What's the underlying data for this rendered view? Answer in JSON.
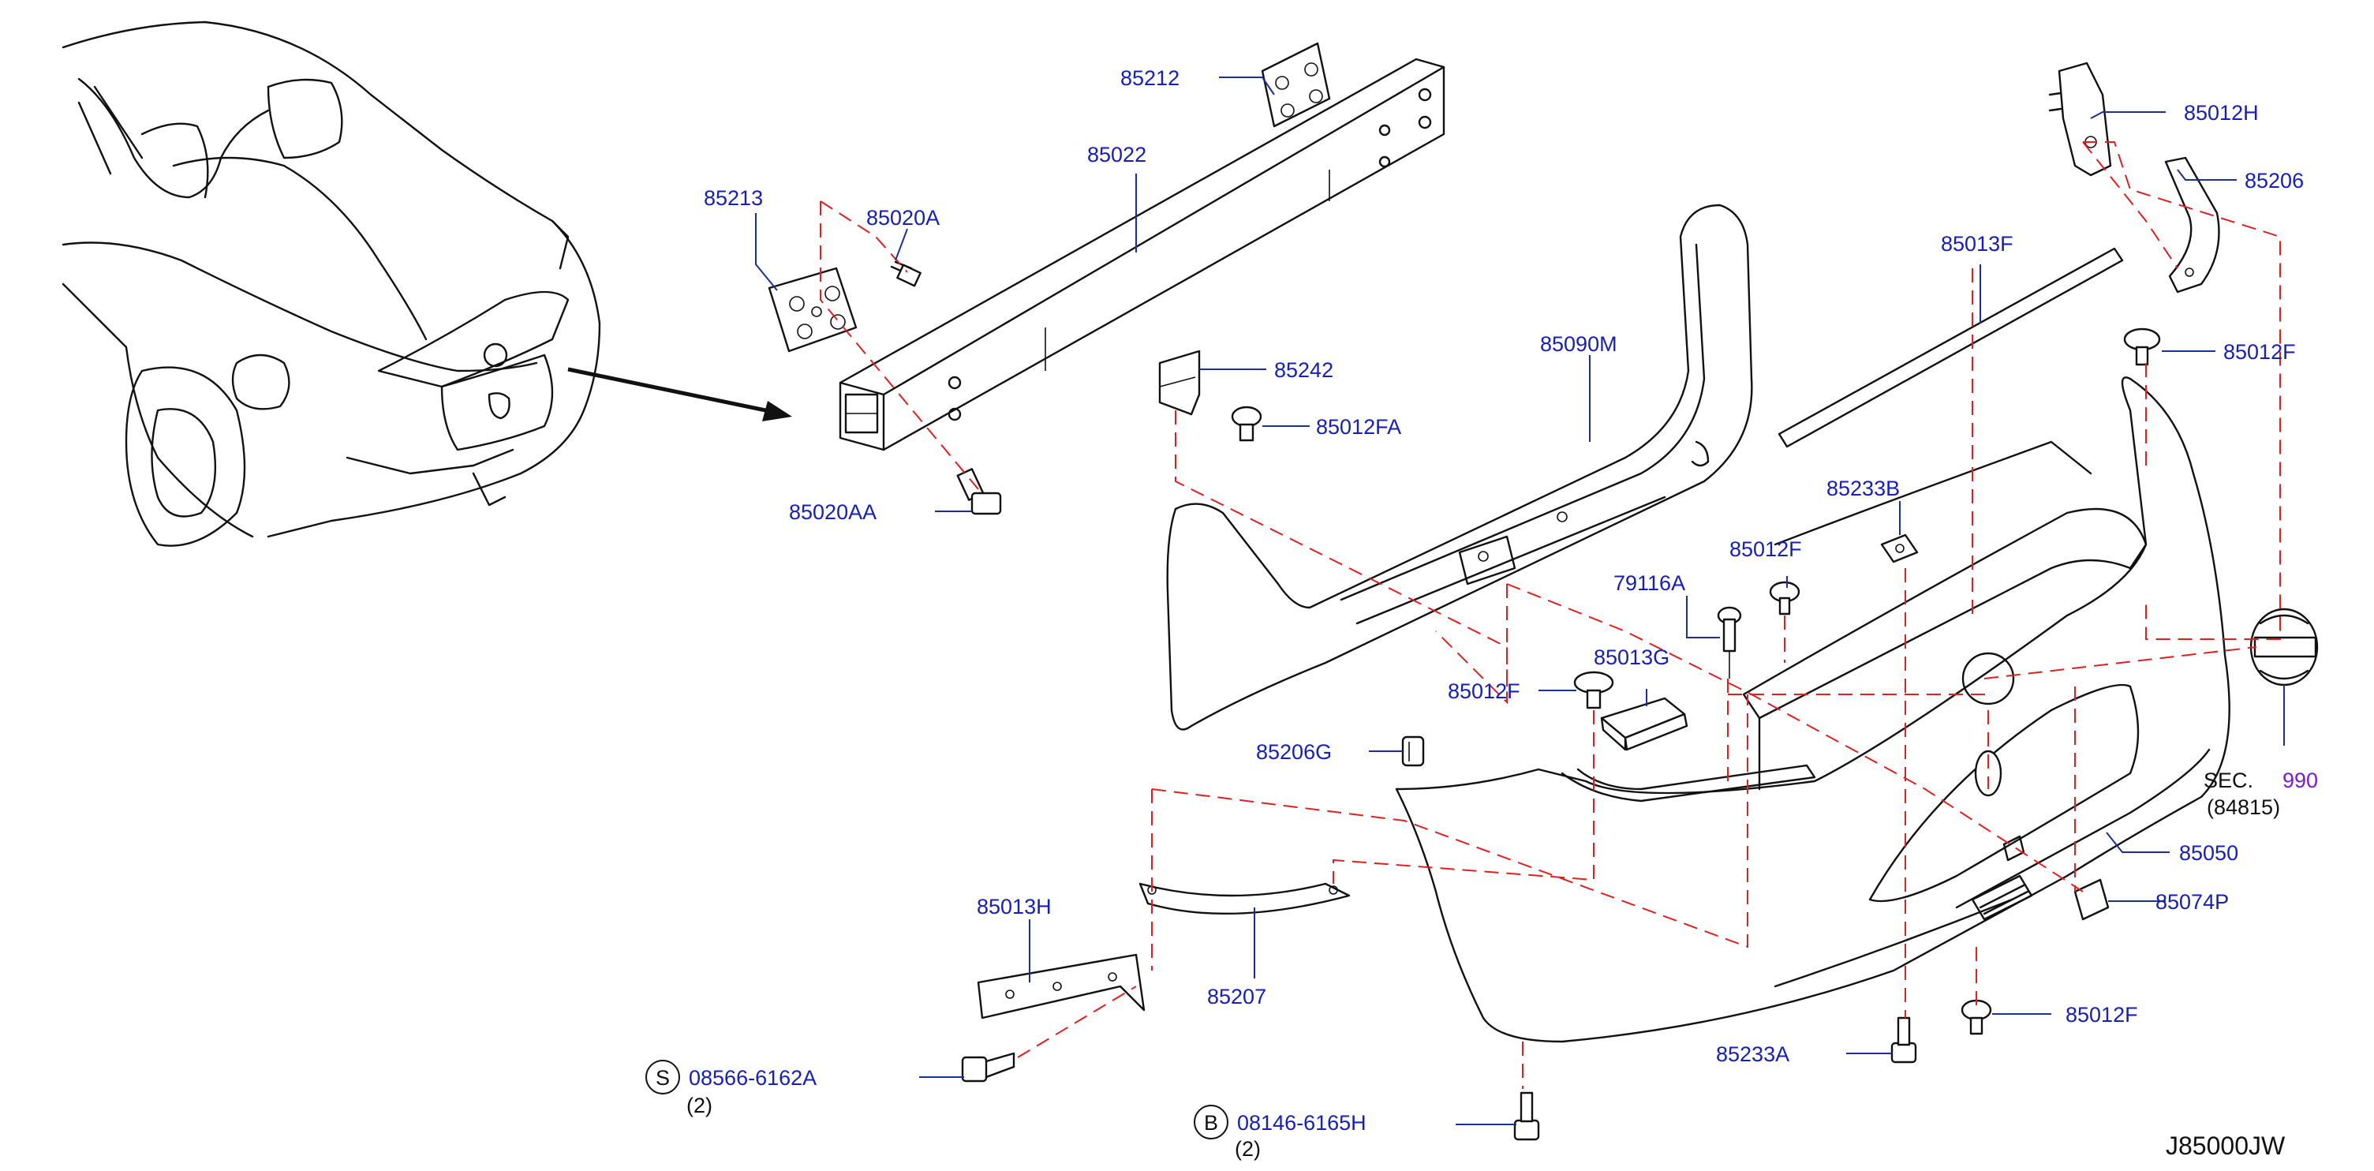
{
  "diagram_code": "J85000JW",
  "parts": {
    "p85212": "85212",
    "p85022": "85022",
    "p85213": "85213",
    "p85020A": "85020A",
    "p85020AA": "85020AA",
    "p85242": "85242",
    "p85012FA": "85012FA",
    "p85090M": "85090M",
    "p85012H": "85012H",
    "p85206": "85206",
    "p85013F": "85013F",
    "p85012F_right": "85012F",
    "p85233B": "85233B",
    "p85012F_mid": "85012F",
    "p79116A": "79116A",
    "p85013G": "85013G",
    "p85012F_left": "85012F",
    "p85206G": "85206G",
    "p85050": "85050",
    "p85074P": "85074P",
    "p85013H": "85013H",
    "p85207": "85207",
    "p85233A": "85233A",
    "p85012F_bottom": "85012F"
  },
  "fasteners": {
    "s_symbol": "S",
    "s_part": "08566-6162A",
    "s_qty": "(2)",
    "b_symbol": "B",
    "b_part": "08146-6165H",
    "b_qty": "(2)"
  },
  "section_ref": {
    "prefix": "SEC.",
    "number": "990",
    "sub": "(84815)"
  },
  "colors": {
    "label": "#1620b8",
    "leader": "#1a2f9a",
    "dash": "#e02020",
    "section_number": "#7a1bd0"
  }
}
